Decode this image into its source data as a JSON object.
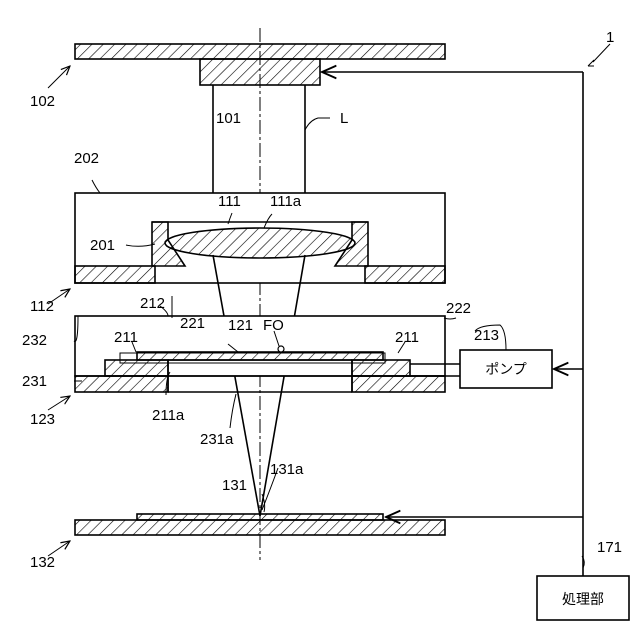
{
  "labels": {
    "device": "1",
    "top_plate": "102",
    "source": "101",
    "beam": "L",
    "upper_box": "202",
    "lens_holder": "201",
    "lens": "111",
    "lens_axis": "111a",
    "upper_bottom": "112",
    "cell_top": "212",
    "cell": "221",
    "cell_body": "232",
    "spacer": "211",
    "spacer_right": "211",
    "window": "121",
    "focus": "FO",
    "chamber": "222",
    "pump_line": "213",
    "cell_base": "231",
    "lower_bottom": "123",
    "spacer_hole": "211a",
    "base_hole": "231a",
    "sensor": "131",
    "sensor_axis": "131a",
    "stage": "132",
    "controller_ref": "171"
  },
  "boxes": {
    "pump": "ポンプ",
    "processor": "処理部"
  }
}
